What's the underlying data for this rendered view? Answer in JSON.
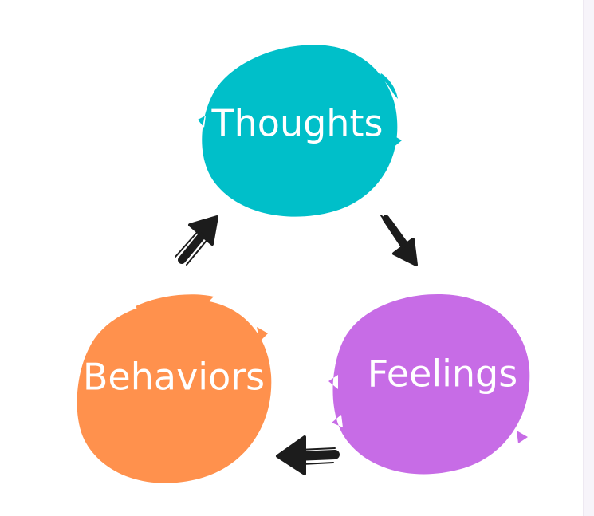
{
  "nodes": {
    "thoughts": {
      "label": "Thoughts",
      "color": "#00bfc9"
    },
    "feelings": {
      "label": "Feelings",
      "color": "#c76ce6"
    },
    "behaviors": {
      "label": "Behaviors",
      "color": "#ff914d"
    }
  },
  "edges": [
    {
      "from": "Thoughts",
      "to": "Feelings"
    },
    {
      "from": "Feelings",
      "to": "Behaviors"
    },
    {
      "from": "Behaviors",
      "to": "Thoughts"
    }
  ],
  "arrow_color": "#1c1c1c"
}
